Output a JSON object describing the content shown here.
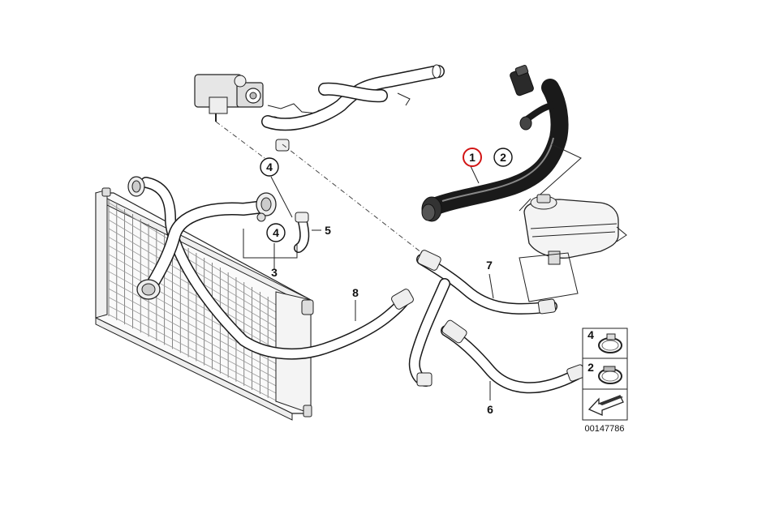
{
  "callouts": {
    "c1": "1",
    "c2": "2",
    "c3": "3",
    "c4a": "4",
    "c4b": "4",
    "c5": "5",
    "c6": "6",
    "c7": "7",
    "c8": "8"
  },
  "legend": {
    "item_top": "4",
    "item_bottom": "2"
  },
  "diagram_number": "00147786",
  "colors": {
    "highlight": "#d21414",
    "line": "#1a1a1a"
  },
  "icons": {
    "radiator": "radiator-icon",
    "expansion_tank": "expansion-tank-icon",
    "thermostat": "thermostat-housing-icon",
    "hose_clamp": "hose-clamp-icon",
    "arrow": "arrow-icon"
  }
}
